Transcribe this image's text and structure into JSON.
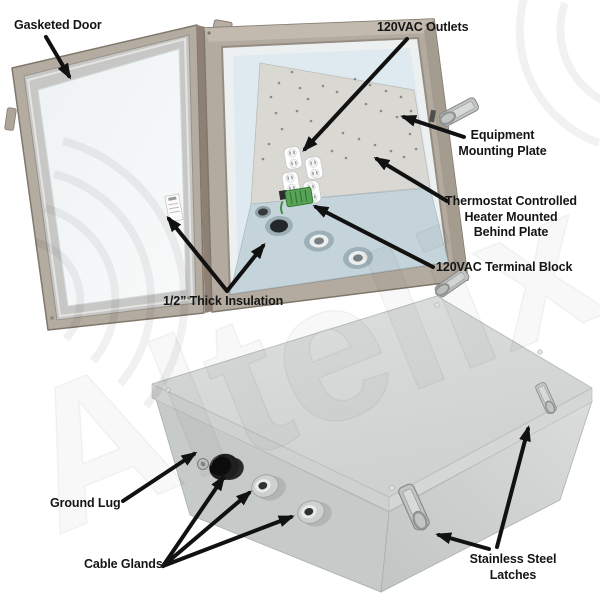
{
  "page": {
    "background": "#ffffff",
    "watermark_text": "Altelix"
  },
  "callouts": {
    "gasketed_door": "Gasketed Door",
    "outlets": "120VAC Outlets",
    "mounting_plate": "Equipment\nMounting Plate",
    "thermostat": "Thermostat Controlled\nHeater Mounted\nBehind Plate",
    "terminal_block": "120VAC Terminal Block",
    "insulation": "1/2” Thick Insulation",
    "ground_lug": "Ground Lug",
    "cable_glands": "Cable Glands",
    "latches": "Stainless Steel\nLatches"
  },
  "colors": {
    "enclosure_body": "#b3ab9f",
    "door_gasket": "#c7c7c5",
    "insulation_panel": "#f3f5f5",
    "insulation_liner": "#dfeaf0",
    "mounting_plate": "#d9d8d3",
    "interior_shelf": "#c4d4da",
    "closed_box_lid": "#d6d9d8",
    "closed_box_front": "#c6cac9",
    "terminal_block_green": "#58a358",
    "cable_gland_black": "#1f1f1f",
    "cable_gland_gray": "#cdd0cf",
    "annotation": "#111111"
  }
}
